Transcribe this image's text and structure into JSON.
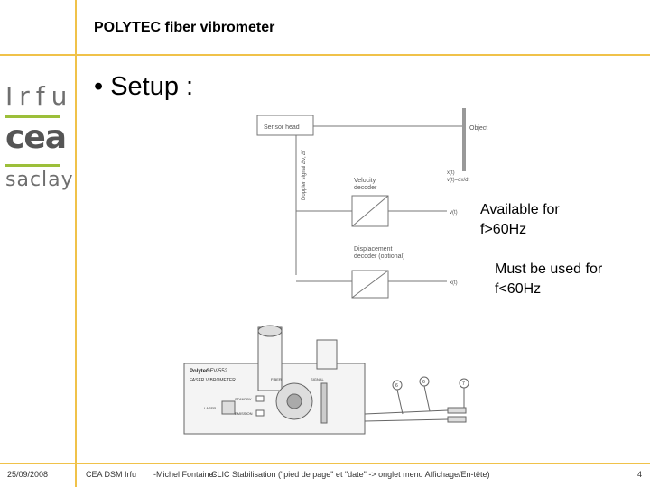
{
  "header": {
    "title": "POLYTEC fiber vibrometer"
  },
  "slide": {
    "bullet": "• Setup :"
  },
  "logo": {
    "irfu": "Irfu",
    "cea": "cea",
    "saclay": "saclay"
  },
  "diagram": {
    "sensor_head": "Sensor head",
    "object": "Object",
    "doppler_label": "Doppler signal Δν, Δf",
    "xt": "x(t)",
    "vt": "v(t)=dx/dt",
    "velocity_decoder": [
      "Velocity",
      "decoder"
    ],
    "displacement_decoder": [
      "Displacement",
      "decoder (optional)"
    ],
    "vt_out": "v(t)",
    "xt_out": "x(t)"
  },
  "device": {
    "brand": "Polytec",
    "model": "OFV-552",
    "name": "FASER VIBROMETER",
    "fiber": "FIBER",
    "signal": "SIGNAL",
    "standby": "STANDBY",
    "emission": "EMISSION",
    "laser": "LASER",
    "callouts": [
      "6",
      "6",
      "7"
    ]
  },
  "notes": {
    "available": [
      "Available for",
      "f>60Hz"
    ],
    "must_use": [
      "Must be used for",
      "f<60Hz"
    ]
  },
  "footer": {
    "date": "25/09/2008",
    "org": "CEA DSM Irfu",
    "author": "-Michel Fontaine-",
    "topic": "CLIC Stabilisation",
    "hint": "(\"pied de page\" et \"date\" -> onglet menu Affichage/En-tête)",
    "page": "4"
  },
  "colors": {
    "accent_line": "#f0c24a",
    "logo_green": "#9cbf3a",
    "logo_gray": "#6f6f6f"
  }
}
